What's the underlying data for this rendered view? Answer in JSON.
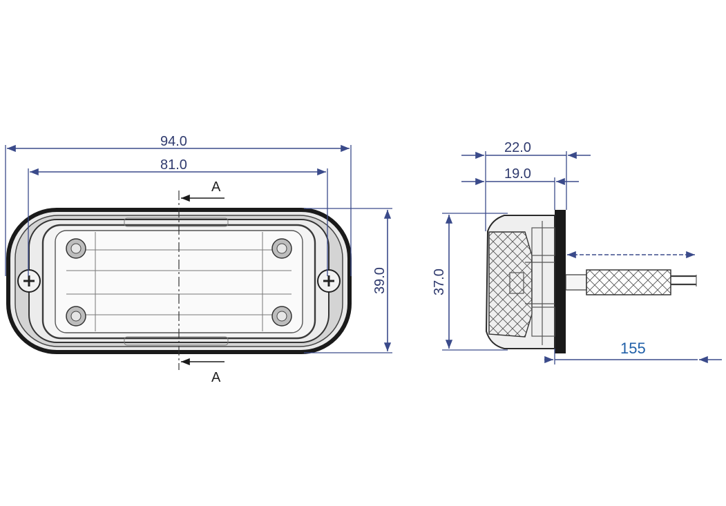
{
  "front_view": {
    "overall_width": "94.0",
    "lens_width": "81.0",
    "overall_height": "39.0",
    "section_label_top": "A",
    "section_label_bottom": "A"
  },
  "side_view": {
    "overall_depth": "22.0",
    "body_depth": "19.0",
    "height": "37.0",
    "cable_length": "155"
  },
  "colors": {
    "dimension": "#3a4a8a",
    "cable_dimension": "#1f5fa8",
    "outline": "#1a1a1a"
  }
}
